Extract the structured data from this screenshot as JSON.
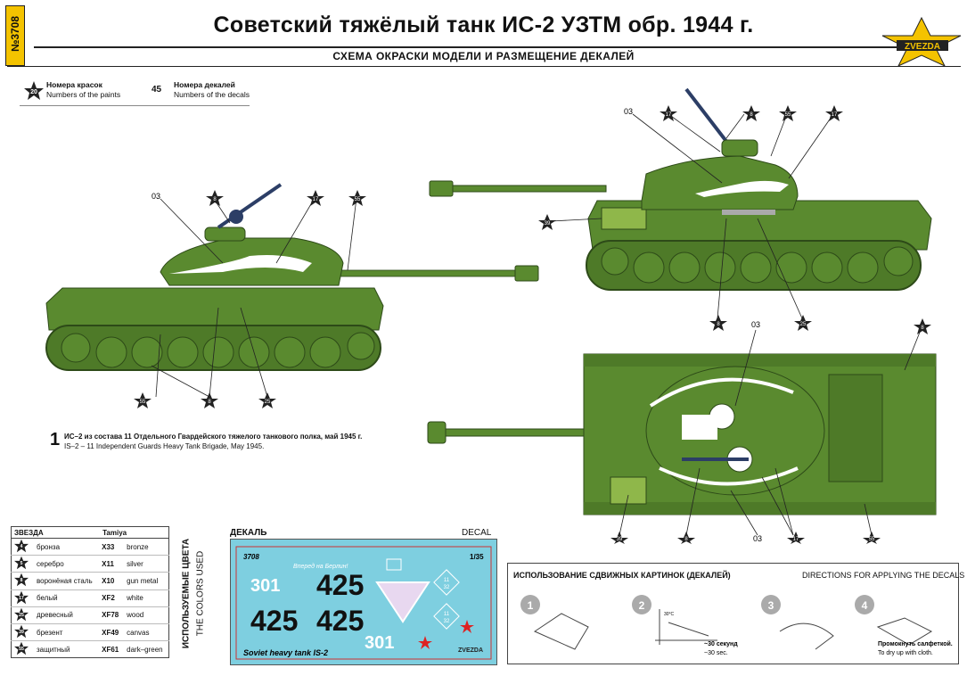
{
  "header": {
    "catalog_number": "№3708",
    "title": "Советский тяжёлый танк ИС-2 УЗТМ обр. 1944 г.",
    "subtitle": "СХЕМА ОКРАСКИ МОДЕЛИ И РАЗМЕЩЕНИЕ ДЕКАЛЕЙ",
    "brand": "ZVEZDA"
  },
  "legend": {
    "paint_example": "20",
    "paint_label_ru": "Номера красок",
    "paint_label_en": "Numbers of the paints",
    "decal_example": "45",
    "decal_label_ru": "Номера декалей",
    "decal_label_en": "Numbers of the decals"
  },
  "callouts": {
    "left_view": [
      "03",
      "8",
      "17",
      "55",
      "55",
      "8",
      "25"
    ],
    "right_view": [
      "03",
      "17",
      "8",
      "55",
      "17",
      "39",
      "8",
      "25"
    ],
    "top_view": [
      "03",
      "8",
      "39",
      "8",
      "03",
      "17",
      "55"
    ]
  },
  "scheme": {
    "number": "1",
    "caption_ru": "ИС–2 из состава 11 Отдельного Гвардейского тяжелого танкового полка, май 1945 г.",
    "caption_en": "IS–2 – 11 Independent Guards Heavy Tank Brigade, May 1945."
  },
  "colors_table": {
    "header_zvezda": "ЗВЕЗДА",
    "header_tamiya": "Tamiya",
    "vertical_ru": "ИСПОЛЬЗУЕМЫЕ ЦВЕТА",
    "vertical_en": "THE COLORS USED",
    "rows": [
      {
        "num": "4",
        "name": "бронза",
        "code": "X33",
        "en": "bronze"
      },
      {
        "num": "5",
        "name": "серебро",
        "code": "X11",
        "en": "silver"
      },
      {
        "num": "8",
        "name": "воронёная сталь",
        "code": "X10",
        "en": "gun metal"
      },
      {
        "num": "17",
        "name": "белый",
        "code": "XF2",
        "en": "white"
      },
      {
        "num": "25",
        "name": "древесный",
        "code": "XF78",
        "en": "wood"
      },
      {
        "num": "39",
        "name": "брезент",
        "code": "XF49",
        "en": "canvas"
      },
      {
        "num": "55",
        "name": "защитный",
        "code": "XF61",
        "en": "dark–green"
      }
    ]
  },
  "decal_sheet": {
    "label_ru": "ДЕКАЛЬ",
    "label_en": "DECAL",
    "code": "3708",
    "scale": "1/35",
    "script_text": "Вперед на Берлин!",
    "numbers": [
      "301",
      "425",
      "425",
      "425",
      "301"
    ],
    "triangle_text": [
      "11",
      "32"
    ],
    "footer": "Soviet  heavy tank IS-2",
    "brand": "ZVEZDA"
  },
  "directions": {
    "title_ru": "ИСПОЛЬЗОВАНИЕ СДВИЖНЫХ КАРТИНОК (ДЕКАЛЕЙ)",
    "title_en": "DIRECTIONS  FOR APPLYING THE DECALS",
    "steps": [
      "1",
      "2",
      "3",
      "4"
    ],
    "temp": "30°C",
    "step2_ru": "~30 секунд",
    "step2_en": "~30 sec.",
    "step4_ru": "Промокнуть салфеткой.",
    "step4_en": "To dry up with cloth."
  },
  "palette": {
    "tank_green": "#5a8a2f",
    "tank_dark": "#3d6420",
    "tab_yellow": "#f4c300",
    "decal_blue": "#7ecfe0",
    "marking_white": "#ffffff"
  }
}
